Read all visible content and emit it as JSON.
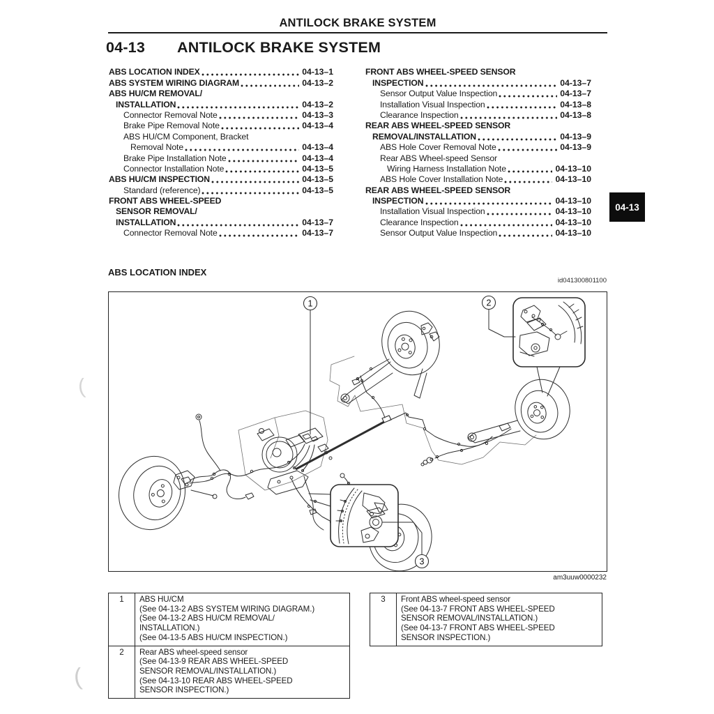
{
  "page": {
    "running_header": "ANTILOCK BRAKE SYSTEM",
    "section_number": "04-13",
    "title": "ANTILOCK BRAKE SYSTEM",
    "side_tab": "04-13",
    "doc_id": "id041300801100",
    "figure_id": "am3uuw0000232",
    "section_heading": "ABS LOCATION INDEX"
  },
  "colors": {
    "ink": "#1a1a1a",
    "tab_bg": "#0d0d0d",
    "tab_fg": "#ffffff",
    "paper": "#ffffff"
  },
  "toc": {
    "left": [
      {
        "label": "ABS LOCATION INDEX",
        "page": "04-13–1"
      },
      {
        "label": "ABS SYSTEM WIRING DIAGRAM",
        "page": "04-13–2"
      },
      {
        "label": "ABS HU/CM REMOVAL/",
        "page": ""
      },
      {
        "label": "INSTALLATION",
        "page": "04-13–2"
      },
      {
        "label": "Connector Removal Note",
        "page": "04-13–3"
      },
      {
        "label": "Brake Pipe Removal Note",
        "page": "04-13–4"
      },
      {
        "label": "ABS HU/CM Component, Bracket",
        "page": ""
      },
      {
        "label": "Removal Note",
        "page": "04-13–4"
      },
      {
        "label": "Brake Pipe Installation Note",
        "page": "04-13–4"
      },
      {
        "label": "Connector Installation Note",
        "page": "04-13–5"
      },
      {
        "label": "ABS HU/CM INSPECTION",
        "page": "04-13–5"
      },
      {
        "label": "Standard (reference)",
        "page": "04-13–5"
      },
      {
        "label": "FRONT ABS WHEEL-SPEED",
        "page": ""
      },
      {
        "label": "SENSOR REMOVAL/",
        "page": ""
      },
      {
        "label": "INSTALLATION",
        "page": "04-13–7"
      },
      {
        "label": "Connector Removal Note",
        "page": "04-13–7"
      }
    ],
    "right": [
      {
        "label": "FRONT ABS WHEEL-SPEED SENSOR",
        "page": ""
      },
      {
        "label": "INSPECTION",
        "page": "04-13–7"
      },
      {
        "label": "Sensor Output Value Inspection",
        "page": "04-13–7"
      },
      {
        "label": "Installation Visual Inspection",
        "page": "04-13–8"
      },
      {
        "label": "Clearance Inspection",
        "page": "04-13–8"
      },
      {
        "label": "REAR ABS WHEEL-SPEED SENSOR",
        "page": ""
      },
      {
        "label": "REMOVAL/INSTALLATION",
        "page": "04-13–9"
      },
      {
        "label": "ABS Hole Cover Removal Note",
        "page": "04-13–9"
      },
      {
        "label": "Rear ABS Wheel-speed Sensor",
        "page": ""
      },
      {
        "label": "Wiring Harness Installation Note",
        "page": "04-13–10"
      },
      {
        "label": "ABS Hole Cover Installation Note",
        "page": "04-13–10"
      },
      {
        "label": "REAR ABS WHEEL-SPEED SENSOR",
        "page": ""
      },
      {
        "label": "INSPECTION",
        "page": "04-13–10"
      },
      {
        "label": "Installation Visual Inspection",
        "page": "04-13–10"
      },
      {
        "label": "Clearance Inspection",
        "page": "04-13–10"
      },
      {
        "label": "Sensor Output Value Inspection",
        "page": "04-13–10"
      }
    ]
  },
  "figure": {
    "callouts": [
      "1",
      "2",
      "3"
    ]
  },
  "legend": {
    "left_rows": [
      {
        "num": "1",
        "text": "ABS HU/CM\n(See 04-13-2 ABS SYSTEM WIRING DIAGRAM.)\n(See 04-13-2 ABS HU/CM REMOVAL/\nINSTALLATION.)\n(See 04-13-5 ABS HU/CM INSPECTION.)"
      },
      {
        "num": "2",
        "text": "Rear ABS wheel-speed sensor\n(See 04-13-9 REAR ABS WHEEL-SPEED\nSENSOR REMOVAL/INSTALLATION.)\n(See 04-13-10 REAR ABS WHEEL-SPEED\nSENSOR INSPECTION.)"
      }
    ],
    "right_rows": [
      {
        "num": "3",
        "text": "Front ABS wheel-speed sensor\n(See 04-13-7 FRONT ABS WHEEL-SPEED\nSENSOR REMOVAL/INSTALLATION.)\n(See 04-13-7 FRONT ABS WHEEL-SPEED\nSENSOR INSPECTION.)"
      }
    ]
  }
}
